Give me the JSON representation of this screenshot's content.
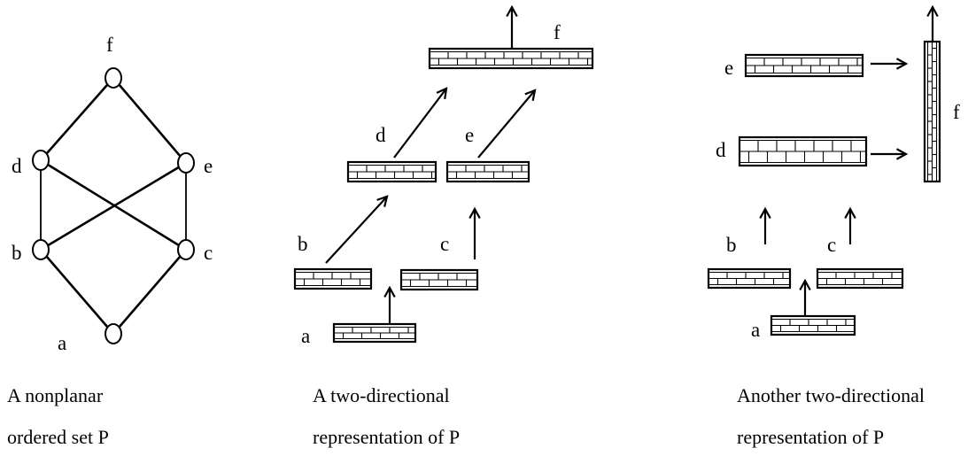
{
  "panels": [
    {
      "id": "nonplanar",
      "caption": [
        "A nonplanar",
        "ordered set P"
      ],
      "nodes": [
        "a",
        "b",
        "c",
        "d",
        "e",
        "f"
      ],
      "edges": [
        [
          "a",
          "b"
        ],
        [
          "a",
          "c"
        ],
        [
          "b",
          "d"
        ],
        [
          "b",
          "e"
        ],
        [
          "c",
          "d"
        ],
        [
          "c",
          "e"
        ],
        [
          "d",
          "f"
        ],
        [
          "e",
          "f"
        ]
      ]
    },
    {
      "id": "two-directional-1",
      "caption": [
        "A two-directional",
        "representation of P"
      ],
      "labels": [
        "a",
        "b",
        "c",
        "d",
        "e",
        "f"
      ]
    },
    {
      "id": "two-directional-2",
      "caption": [
        "Another two-directional",
        "representation of P"
      ],
      "labels": [
        "a",
        "b",
        "c",
        "d",
        "e",
        "f"
      ]
    }
  ]
}
